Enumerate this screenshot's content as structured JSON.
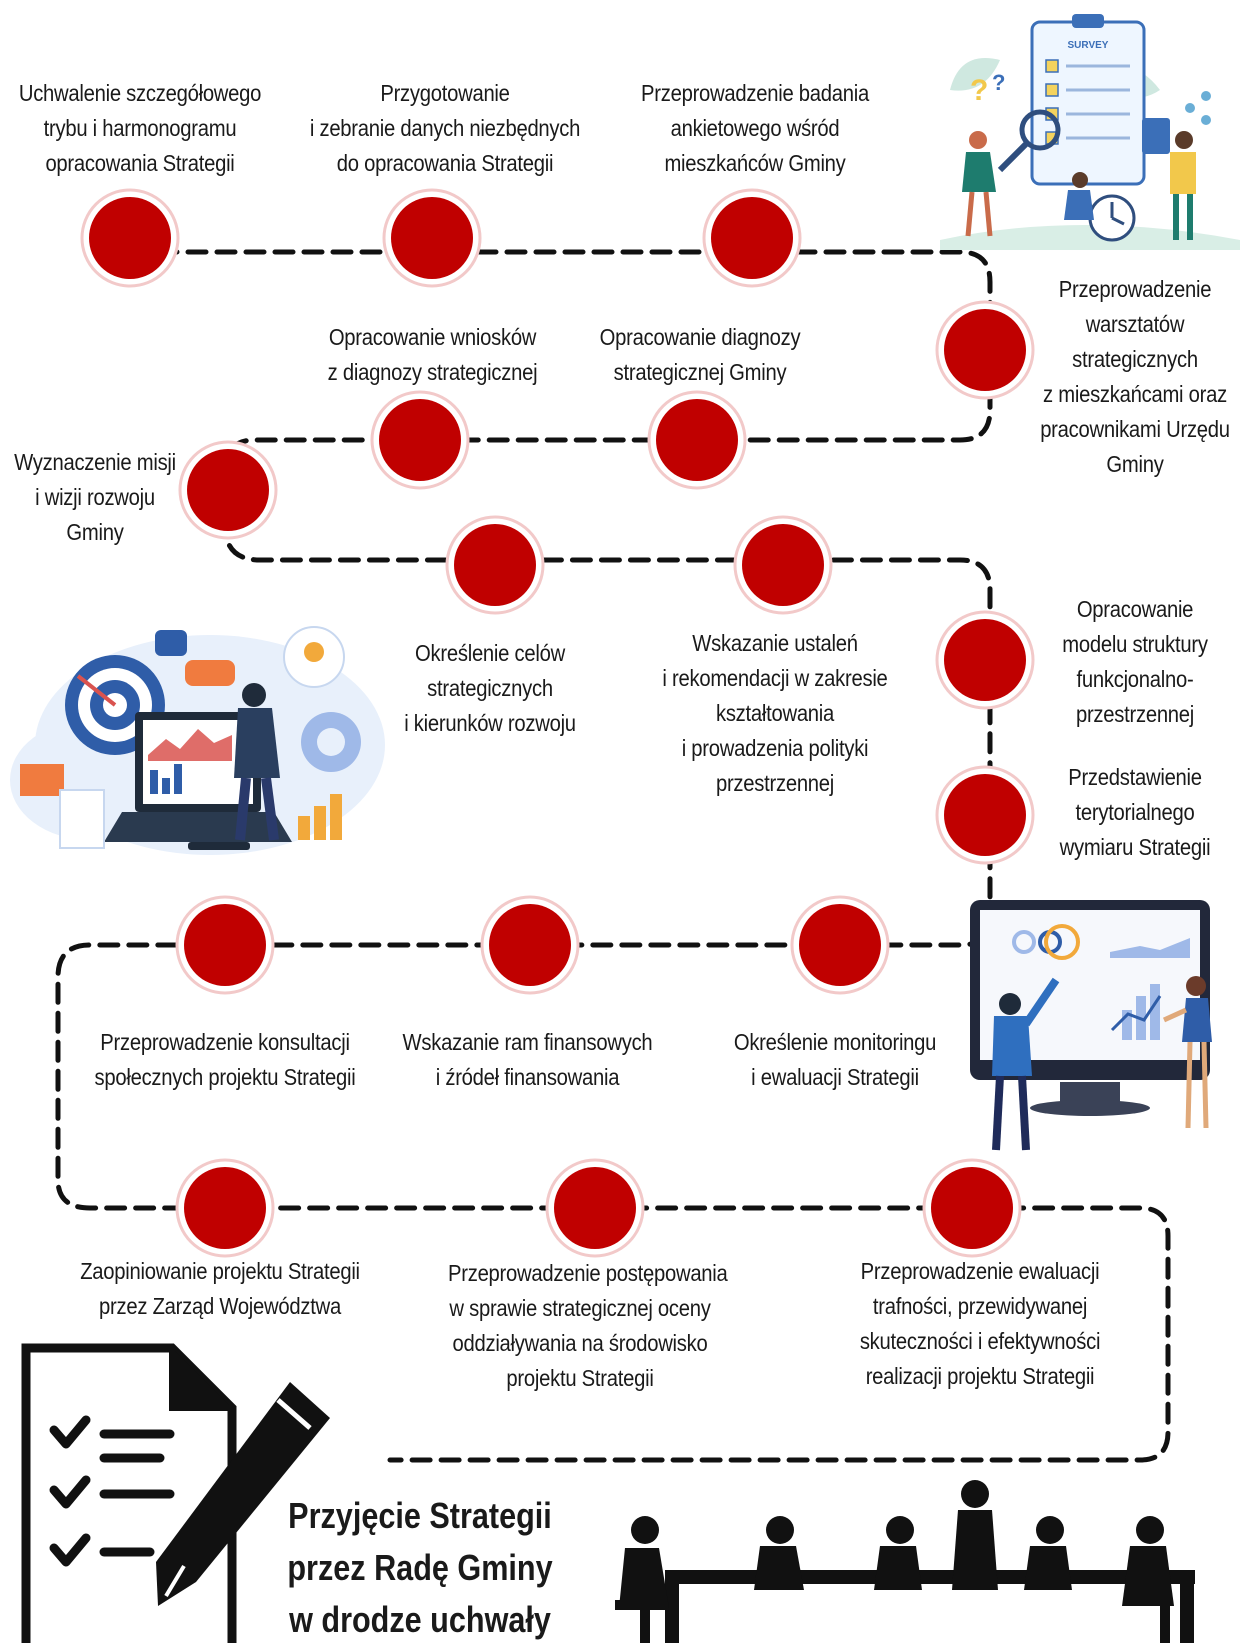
{
  "steps": [
    {
      "lines": [
        "Uchwalenie szczegółowego",
        "trybu i harmonogramu",
        "opracowania Strategii"
      ]
    },
    {
      "lines": [
        "Przygotowanie",
        "i zebranie danych niezbędnych",
        "do opracowania Strategii"
      ]
    },
    {
      "lines": [
        "Przeprowadzenie badania",
        "ankietowego wśród",
        "mieszkańców Gminy"
      ]
    },
    {
      "lines": [
        "Przeprowadzenie",
        "warsztatów",
        "strategicznych",
        "z mieszkańcami oraz",
        "pracownikami Urzędu",
        "Gminy"
      ]
    },
    {
      "lines": [
        "Opracowanie diagnozy",
        "strategicznej Gminy"
      ]
    },
    {
      "lines": [
        "Opracowanie wniosków",
        "z diagnozy strategicznej"
      ]
    },
    {
      "lines": [
        "Wyznaczenie misji",
        "i wizji rozwoju",
        "Gminy"
      ]
    },
    {
      "lines": [
        "Określenie celów",
        "strategicznych",
        "i kierunków rozwoju"
      ]
    },
    {
      "lines": [
        "Wskazanie ustaleń",
        "i rekomendacji w zakresie",
        "kształtowania",
        "i prowadzenia polityki",
        "przestrzennej"
      ]
    },
    {
      "lines": [
        "Opracowanie",
        "modelu struktury",
        "funkcjonalno-",
        "przestrzennej"
      ]
    },
    {
      "lines": [
        "Przedstawienie",
        "terytorialnego",
        "wymiaru Strategii"
      ]
    },
    {
      "lines": [
        "Określenie monitoringu",
        "i ewaluacji Strategii"
      ]
    },
    {
      "lines": [
        "Wskazanie ram finansowych",
        "i źródeł finansowania"
      ]
    },
    {
      "lines": [
        "Przeprowadzenie konsultacji",
        "społecznych projektu Strategii"
      ]
    },
    {
      "lines": [
        "Zaopiniowanie projektu Strategii",
        "przez Zarząd Województwa"
      ]
    },
    {
      "lines": [
        "Przeprowadzenie postępowania",
        "w sprawie strategicznej oceny",
        "oddziaływania na środowisko",
        "projektu Strategii"
      ]
    },
    {
      "lines": [
        "Przeprowadzenie ewaluacji",
        "trafności, przewidywanej",
        "skuteczności i efektywności",
        "realizacji projektu Strategii"
      ]
    }
  ],
  "final_step": {
    "lines": [
      "Przyjęcie Strategii",
      "przez Radę Gminy",
      "w drodze uchwały"
    ]
  },
  "survey_label": "SURVEY",
  "icons": [
    "survey-clipboard-illustration",
    "analytics-laptop-illustration",
    "presentation-monitor-illustration",
    "checklist-pencil-icon",
    "meeting-silhouette-illustration"
  ],
  "colors": {
    "node": "#c00000",
    "node_ring": "#f2c9c9",
    "path": "#111111",
    "text": "#1a1a1a"
  }
}
